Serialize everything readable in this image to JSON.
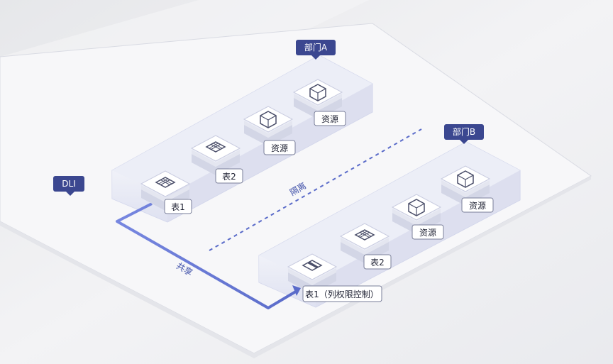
{
  "platform": {
    "label": "DLI"
  },
  "departments": [
    {
      "tag": "部门A",
      "items": [
        {
          "label": "表1",
          "icon": "table-icon"
        },
        {
          "label": "表2",
          "icon": "table-icon"
        },
        {
          "label": "资源",
          "icon": "cube-icon"
        },
        {
          "label": "资源",
          "icon": "cube-icon"
        }
      ]
    },
    {
      "tag": "部门B",
      "items": [
        {
          "label": "表1（列权限控制）",
          "icon": "column-table-icon"
        },
        {
          "label": "表2",
          "icon": "table-icon"
        },
        {
          "label": "资源",
          "icon": "cube-icon"
        },
        {
          "label": "资源",
          "icon": "cube-icon"
        }
      ]
    }
  ],
  "isolation": {
    "label": "隔离"
  },
  "share": {
    "label": "共享"
  },
  "colors": {
    "accent": "#3d4ea8",
    "tag_bg": "#3b4790",
    "share_line": "#6c7dd8",
    "dept_zone": "#e2e4f2",
    "platform": "#f7f7f9"
  }
}
